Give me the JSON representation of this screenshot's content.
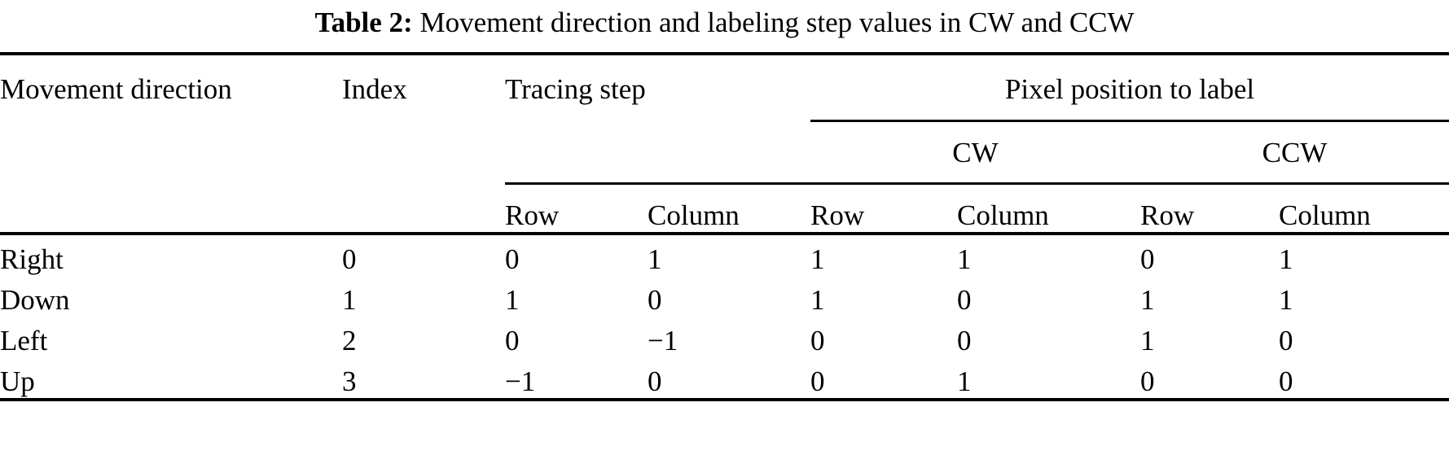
{
  "caption": {
    "label": "Table 2:",
    "text": "Movement direction and labeling step values in CW and CCW"
  },
  "table": {
    "headers": {
      "movement_direction": "Movement direction",
      "index": "Index",
      "tracing_step": "Tracing step",
      "pixel_position_to_label": "Pixel position to label",
      "cw": "CW",
      "ccw": "CCW",
      "row": "Row",
      "column": "Column"
    },
    "rows": [
      {
        "direction": "Right",
        "index": "0",
        "tracing_row": "0",
        "tracing_column": "1",
        "cw_row": "1",
        "cw_column": "1",
        "ccw_row": "0",
        "ccw_column": "1"
      },
      {
        "direction": "Down",
        "index": "1",
        "tracing_row": "1",
        "tracing_column": "0",
        "cw_row": "1",
        "cw_column": "0",
        "ccw_row": "1",
        "ccw_column": "1"
      },
      {
        "direction": "Left",
        "index": "2",
        "tracing_row": "0",
        "tracing_column": "−1",
        "cw_row": "0",
        "cw_column": "0",
        "ccw_row": "1",
        "ccw_column": "0"
      },
      {
        "direction": "Up",
        "index": "3",
        "tracing_row": "−1",
        "tracing_column": "0",
        "cw_row": "0",
        "cw_column": "1",
        "ccw_row": "0",
        "ccw_column": "0"
      }
    ]
  }
}
